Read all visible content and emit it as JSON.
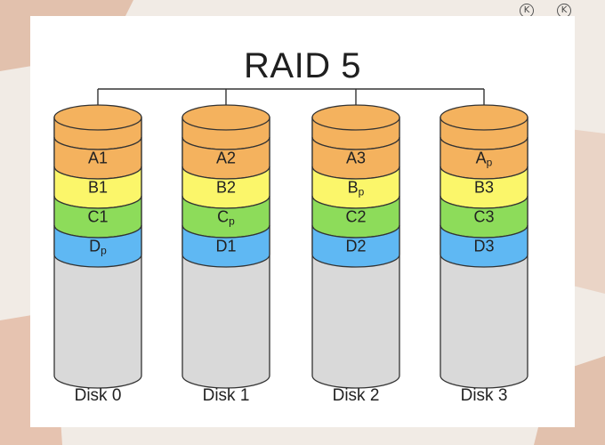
{
  "title": "RAID 5",
  "disks": [
    {
      "label": "Disk 0",
      "blocks": [
        {
          "text": "A1",
          "color": "#f4b25e"
        },
        {
          "text": "B1",
          "color": "#fbf66a"
        },
        {
          "text": "C1",
          "color": "#8ddc5a"
        },
        {
          "text": "Dp",
          "color": "#5fb8f3"
        }
      ]
    },
    {
      "label": "Disk 1",
      "blocks": [
        {
          "text": "A2",
          "color": "#f4b25e"
        },
        {
          "text": "B2",
          "color": "#fbf66a"
        },
        {
          "text": "Cp",
          "color": "#8ddc5a"
        },
        {
          "text": "D1",
          "color": "#5fb8f3"
        }
      ]
    },
    {
      "label": "Disk 2",
      "blocks": [
        {
          "text": "A3",
          "color": "#f4b25e"
        },
        {
          "text": "Bp",
          "color": "#fbf66a"
        },
        {
          "text": "C2",
          "color": "#8ddc5a"
        },
        {
          "text": "D2",
          "color": "#5fb8f3"
        }
      ]
    },
    {
      "label": "Disk 3",
      "blocks": [
        {
          "text": "Ap",
          "color": "#f4b25e"
        },
        {
          "text": "B3",
          "color": "#fbf66a"
        },
        {
          "text": "C3",
          "color": "#8ddc5a"
        },
        {
          "text": "D3",
          "color": "#5fb8f3"
        }
      ]
    }
  ],
  "colors": {
    "top": "#f4b25e",
    "empty": "#d9d9d9",
    "line": "#333333"
  }
}
